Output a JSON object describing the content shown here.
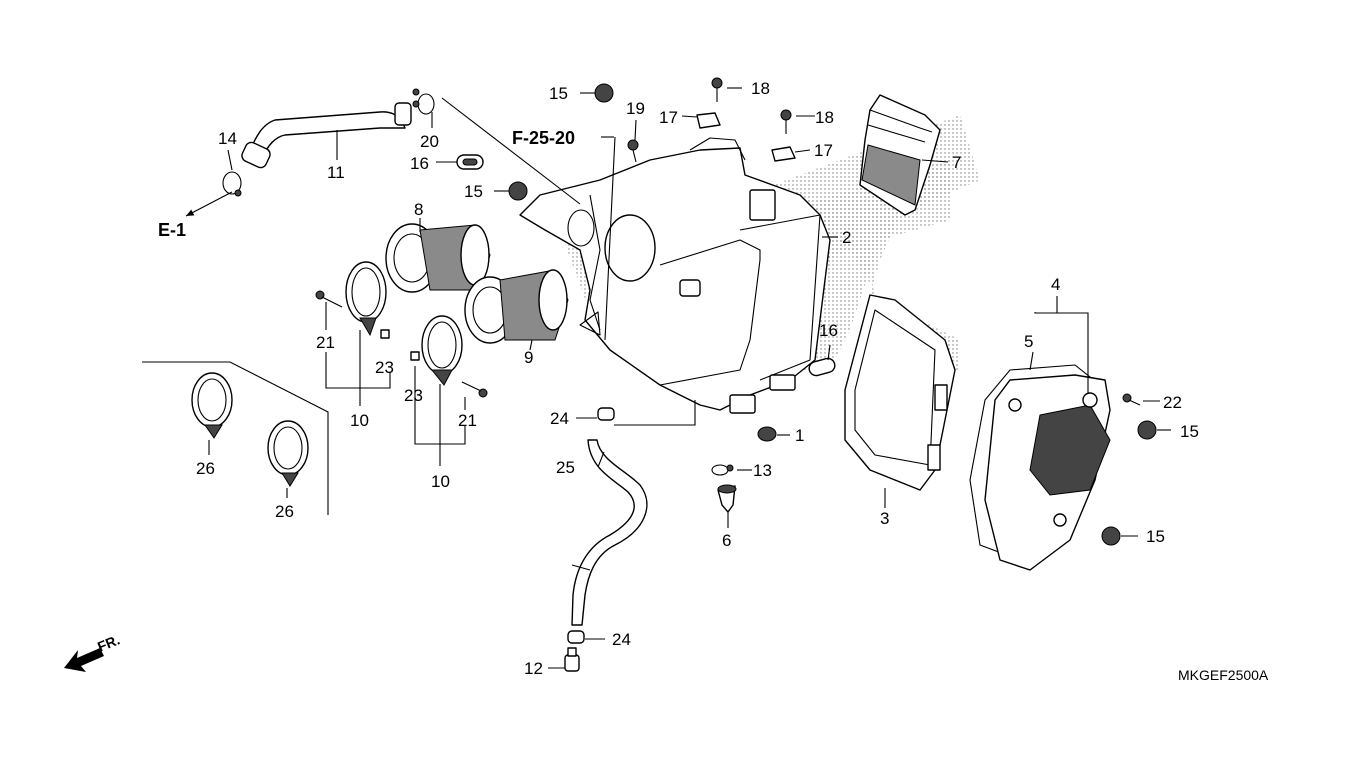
{
  "diagram": {
    "code": "MKGEF2500A",
    "refs": {
      "e1": "E-1",
      "f2520": "F-25-20"
    },
    "front_label": "FR."
  },
  "labels": [
    {
      "id": "p1",
      "text": "1"
    },
    {
      "id": "p2",
      "text": "2"
    },
    {
      "id": "p3",
      "text": "3"
    },
    {
      "id": "p4",
      "text": "4"
    },
    {
      "id": "p5",
      "text": "5"
    },
    {
      "id": "p6",
      "text": "6"
    },
    {
      "id": "p7",
      "text": "7"
    },
    {
      "id": "p8",
      "text": "8"
    },
    {
      "id": "p9",
      "text": "9"
    },
    {
      "id": "p10a",
      "text": "10"
    },
    {
      "id": "p10b",
      "text": "10"
    },
    {
      "id": "p11",
      "text": "11"
    },
    {
      "id": "p12",
      "text": "12"
    },
    {
      "id": "p13",
      "text": "13"
    },
    {
      "id": "p14",
      "text": "14"
    },
    {
      "id": "p15a",
      "text": "15"
    },
    {
      "id": "p15b",
      "text": "15"
    },
    {
      "id": "p15c",
      "text": "15"
    },
    {
      "id": "p15d",
      "text": "15"
    },
    {
      "id": "p16a",
      "text": "16"
    },
    {
      "id": "p16b",
      "text": "16"
    },
    {
      "id": "p17a",
      "text": "17"
    },
    {
      "id": "p17b",
      "text": "17"
    },
    {
      "id": "p18a",
      "text": "18"
    },
    {
      "id": "p18b",
      "text": "18"
    },
    {
      "id": "p19",
      "text": "19"
    },
    {
      "id": "p20",
      "text": "20"
    },
    {
      "id": "p21a",
      "text": "21"
    },
    {
      "id": "p21b",
      "text": "21"
    },
    {
      "id": "p22",
      "text": "22"
    },
    {
      "id": "p23a",
      "text": "23"
    },
    {
      "id": "p23b",
      "text": "23"
    },
    {
      "id": "p24a",
      "text": "24"
    },
    {
      "id": "p24b",
      "text": "24"
    },
    {
      "id": "p25",
      "text": "25"
    },
    {
      "id": "p26a",
      "text": "26"
    },
    {
      "id": "p26b",
      "text": "26"
    }
  ]
}
